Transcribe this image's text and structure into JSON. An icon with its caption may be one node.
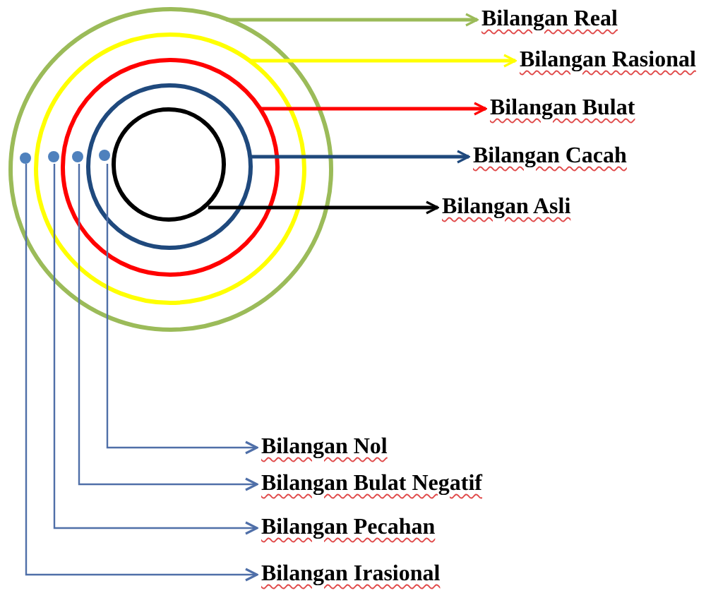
{
  "diagram": {
    "nodes": [
      {
        "text": [],
        "shape": "circle"
      },
      {
        "text": [],
        "shape": "circle",
        "in": 0
      },
      {
        "text": [],
        "shape": "circle",
        "in": 1
      },
      {
        "text": [],
        "shape": "circle",
        "in": 2
      },
      {
        "text": [],
        "shape": "circle",
        "in": 3
      },
      {
        "text": [],
        "shape": "dot",
        "in": 0
      },
      {
        "text": [],
        "shape": "dot",
        "in": 1
      },
      {
        "text": [],
        "shape": "dot",
        "in": 2
      },
      {
        "text": [],
        "shape": "dot",
        "in": 3
      },
      {
        "text": [
          "Bilangan Real"
        ]
      },
      {
        "text": [
          "Bilangan Rasional"
        ]
      },
      {
        "text": [
          "Bilangan Bulat"
        ]
      },
      {
        "text": [
          "Bilangan Cacah"
        ]
      },
      {
        "text": [
          "Bilangan Asli"
        ]
      },
      {
        "text": [
          "Bilangan Nol"
        ]
      },
      {
        "text": [
          "Bilangan Bulat Negatif"
        ]
      },
      {
        "text": [
          "Bilangan Pecahan"
        ]
      },
      {
        "text": [
          "Bilangan Irasional"
        ]
      }
    ],
    "edges": [
      {
        "from": 0,
        "to": 9,
        "arrow": "to",
        "color": "#9bbb59"
      },
      {
        "from": 1,
        "to": 10,
        "arrow": "to",
        "color": "#ffff00"
      },
      {
        "from": 2,
        "to": 11,
        "arrow": "to",
        "color": "#ff0000"
      },
      {
        "from": 3,
        "to": 12,
        "arrow": "to",
        "color": "#1f497d"
      },
      {
        "from": 4,
        "to": 13,
        "arrow": "to",
        "color": "#000000"
      },
      {
        "from": 8,
        "to": 14,
        "arrow": "to",
        "color": "#4f6fa8"
      },
      {
        "from": 7,
        "to": 15,
        "arrow": "to",
        "color": "#4f6fa8"
      },
      {
        "from": 6,
        "to": 16,
        "arrow": "to",
        "color": "#4f6fa8"
      },
      {
        "from": 5,
        "to": 17,
        "arrow": "to",
        "color": "#4f6fa8"
      }
    ]
  }
}
